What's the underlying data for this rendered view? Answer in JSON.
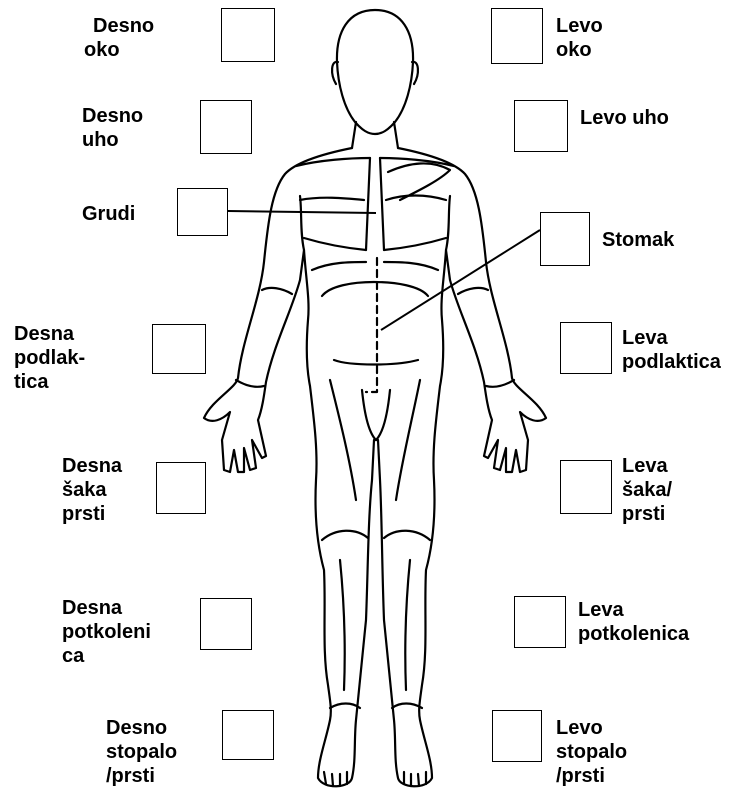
{
  "labels": {
    "desno_oko": [
      "Desno",
      "oko"
    ],
    "levo_oko": [
      "Levo",
      "oko"
    ],
    "desno_uho": [
      "Desno",
      "uho"
    ],
    "levo_uho": [
      "Levo uho"
    ],
    "grudi": [
      "Grudi"
    ],
    "stomak": [
      "Stomak"
    ],
    "desna_podlaktica": [
      "Desna",
      "podlak-",
      "tica"
    ],
    "leva_podlaktica": [
      "Leva",
      "podlaktica"
    ],
    "desna_saka": [
      "Desna",
      "šaka",
      "prsti"
    ],
    "leva_saka": [
      "Leva",
      "šaka/",
      "prsti"
    ],
    "desna_potkolenica": [
      "Desna",
      "potkoleni",
      "ca"
    ],
    "leva_potkolenica": [
      "Leva",
      "potkolenica"
    ],
    "desno_stopalo": [
      "Desno",
      "stopalo",
      "/prsti"
    ],
    "levo_stopalo": [
      "Levo",
      "stopalo",
      "/prsti"
    ]
  },
  "colors": {
    "ink": "#000000",
    "paper": "#ffffff"
  },
  "icons": {
    "figure": "human-body-outline-icon"
  }
}
